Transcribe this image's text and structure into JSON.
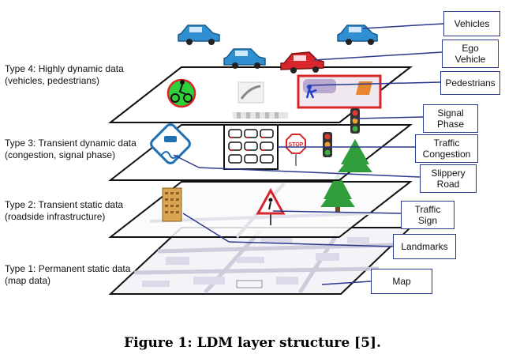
{
  "layers": [
    {
      "id": "type4",
      "lines": [
        "Type 4: Highly dynamic data",
        "(vehicles, pedestrians)"
      ]
    },
    {
      "id": "type3",
      "lines": [
        "Type 3: Transient dynamic data",
        "(congestion, signal phase)"
      ]
    },
    {
      "id": "type2",
      "lines": [
        "Type 2: Transient static data",
        "(roadside infrastructure)"
      ]
    },
    {
      "id": "type1",
      "lines": [
        "Type 1: Permanent static data",
        "(map data)"
      ]
    }
  ],
  "callouts": {
    "vehicles": [
      "Vehicles"
    ],
    "ego_vehicle": [
      "Ego",
      "Vehicle"
    ],
    "pedestrians": [
      "Pedestrians"
    ],
    "signal_phase": [
      "Signal",
      "Phase"
    ],
    "traffic_congestion": [
      "Traffic",
      "Congestion"
    ],
    "slippery_road": [
      "Slippery",
      "Road"
    ],
    "traffic_sign": [
      "Traffic",
      "Sign"
    ],
    "landmarks": [
      "Landmarks"
    ],
    "map": [
      "Map"
    ]
  },
  "map_glyph_labels": [
    "STOP"
  ],
  "colors": {
    "outline": "#111111",
    "callout_border": "#2b3a8c",
    "leader_line": "#2b3a8c",
    "vehicle": "#2f8fd0",
    "ego_vehicle": "#d8262b",
    "tree": "#2f9e3a",
    "map_road": "#c8c8d8",
    "map_block": "#eceaf0"
  },
  "caption": "Figure 1: LDM layer structure [5]."
}
